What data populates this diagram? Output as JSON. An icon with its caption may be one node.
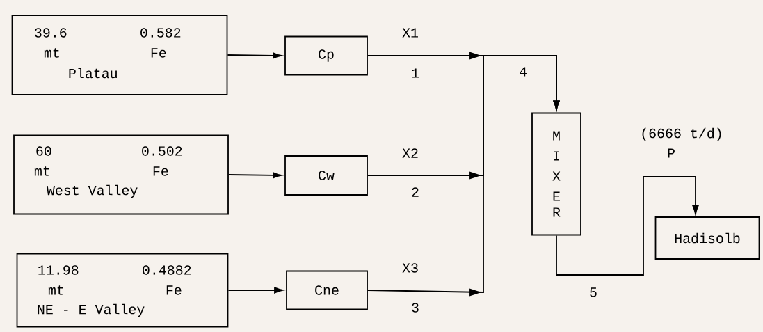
{
  "diagram": {
    "nodes": [
      {
        "text": [
          "39.6",
          "0.582",
          "mt",
          "Fe",
          "Platau"
        ]
      },
      {
        "text": [
          "60",
          "0.502",
          "mt",
          "Fe",
          "West Valley"
        ]
      },
      {
        "text": [
          "11.98",
          "0.4882",
          "mt",
          "Fe",
          "NE - E Valley"
        ]
      },
      {
        "text": [
          "Cp"
        ]
      },
      {
        "text": [
          "Cw"
        ]
      },
      {
        "text": [
          "Cne"
        ]
      },
      {
        "text": [
          "MIXER"
        ]
      },
      {
        "text": [
          "Hadisolb"
        ]
      }
    ],
    "edges": [
      {
        "from": 0,
        "to": 3,
        "arrow": "to"
      },
      {
        "from": 1,
        "to": 4,
        "arrow": "to"
      },
      {
        "from": 2,
        "to": 5,
        "arrow": "to"
      },
      {
        "from": 3,
        "to": 6,
        "arrow": "to",
        "label": "X1"
      },
      {
        "from": 4,
        "to": 6,
        "arrow": "to",
        "label": "X2"
      },
      {
        "from": 5,
        "to": 6,
        "arrow": "to",
        "label": "X3"
      },
      {
        "from": 6,
        "to": 7,
        "arrow": "to"
      }
    ],
    "labels": [
      "1",
      "4",
      "(6666 t/d)",
      "P",
      "2",
      "3",
      "5"
    ]
  }
}
